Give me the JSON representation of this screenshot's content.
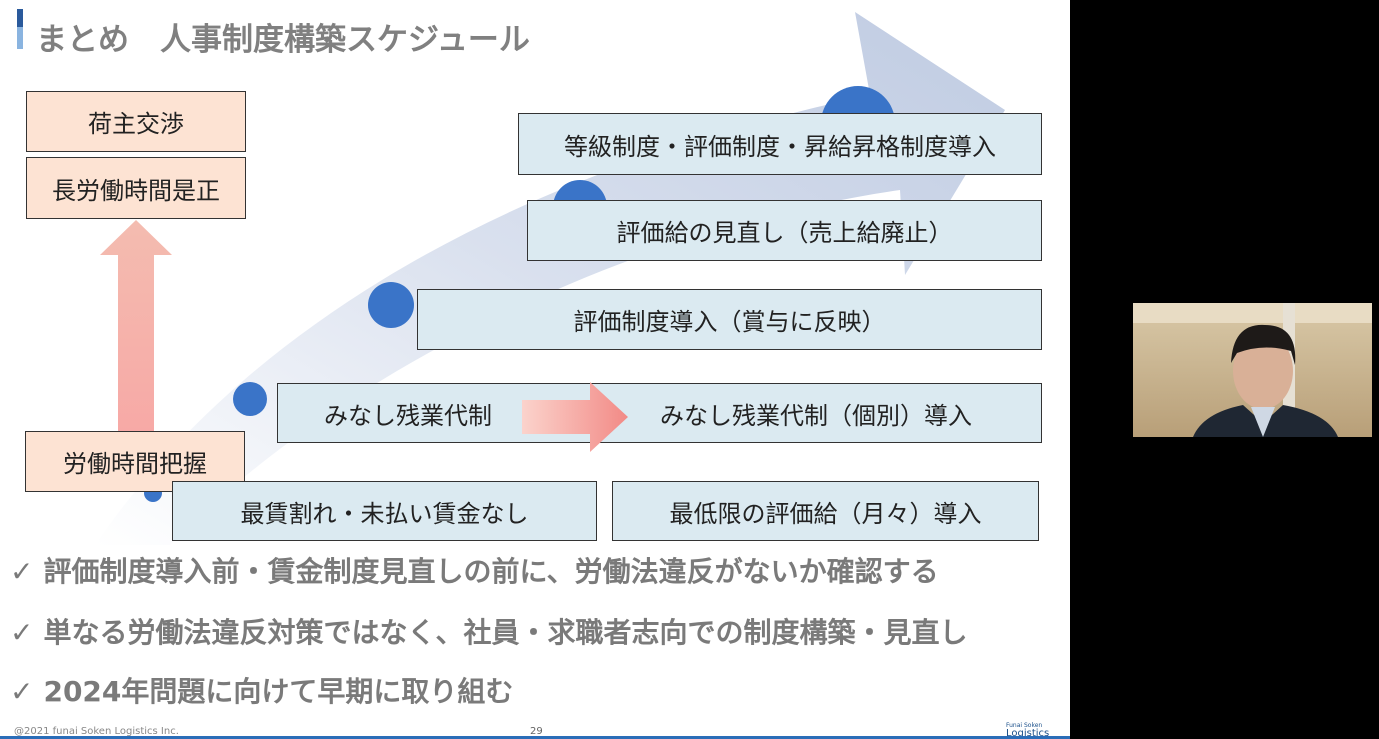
{
  "slide": {
    "title": "まとめ　人事制度構築スケジュール",
    "left_boxes": {
      "top1": "荷主交渉",
      "top2": "長労働時間是正",
      "bottom": "労働時間把握"
    },
    "steps": {
      "step1a": "最賃割れ・未払い賃金なし",
      "step1b": "最低限の評価給（月々）導入",
      "step2a": "みなし残業代制",
      "step2b": "みなし残業代制（個別）導入",
      "step3": "評価制度導入（賞与に反映）",
      "step4": "評価給の見直し（売上給廃止）",
      "step5": "等級制度・評価制度・昇給昇格制度導入"
    },
    "bullets": [
      "評価制度導入前・賃金制度見直しの前に、労働法違反がないか確認する",
      "単なる労働法違反対策ではなく、社員・求職者志向での制度構築・見直し",
      "2024年問題に向けて早期に取り組む"
    ],
    "check_symbol": "✓",
    "footer": {
      "copyright": "@2021 funai Soken Logistics Inc.",
      "page": "29",
      "logo_small": "Funai Soken",
      "logo_large": "Logistics"
    }
  },
  "colors": {
    "peach": "#fde3d3",
    "light_blue": "#dbeaf1",
    "circle": "#3a74c8",
    "arrow_band": "#c9d3e6"
  }
}
